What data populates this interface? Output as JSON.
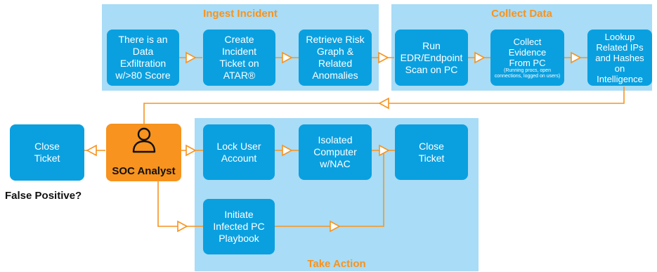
{
  "panels": {
    "ingest": {
      "title": "Ingest Incident"
    },
    "collect": {
      "title": "Collect Data"
    },
    "action": {
      "title": "Take Action"
    }
  },
  "boxes": {
    "data_exfiltration": "There is an\nData\nExfiltration\nw/>80 Score",
    "create_ticket": "Create\nIncident\nTicket on\nATAR®",
    "retrieve_risk": "Retrieve Risk\nGraph &\nRelated\nAnomalies",
    "run_edr": "Run\nEDR/Endpoint\nScan on PC",
    "collect_evidence": "Collect\nEvidence\nFrom PC",
    "collect_evidence_note": "(Running procs, open connections, logged on users)",
    "lookup_ips": "Lookup\nRelated IPs\nand Hashes on\nIntelligence",
    "close_ticket_left": "Close\nTicket",
    "lock_user": "Lock User\nAccount",
    "isolated_computer": "Isolated\nComputer\nw/NAC",
    "close_ticket_right": "Close\nTicket",
    "initiate_playbook": "Initiate\nInfected PC\nPlaybook"
  },
  "analyst": {
    "label": "SOC Analyst",
    "icon": "person-icon"
  },
  "decision": {
    "label": "False Positive?"
  },
  "colors": {
    "panel": "#a9dcf6",
    "box": "#0aa0e0",
    "accent": "#f7931e"
  }
}
